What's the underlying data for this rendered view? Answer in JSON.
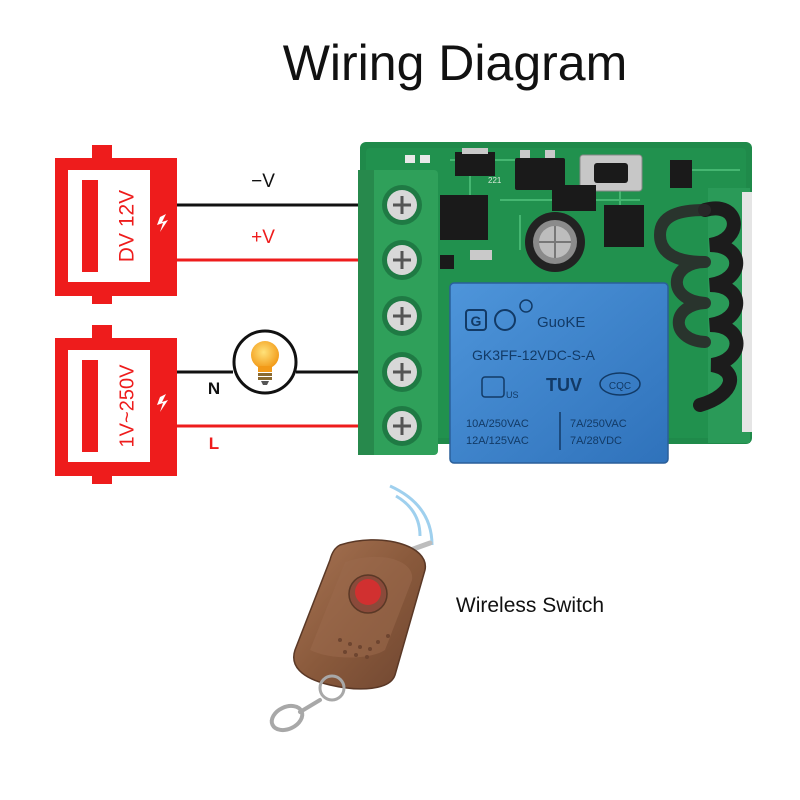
{
  "title": "Wiring Diagram",
  "sources": {
    "dc_supply": {
      "label": "DV 12V"
    },
    "ac_supply": {
      "label": "1V~250V"
    }
  },
  "wires": {
    "neg": "−V",
    "pos": "+V",
    "neutral": "N",
    "live": "L"
  },
  "relay": {
    "brand": "GuoKE",
    "model": "GK3FF-12VDC-S-A",
    "rating_1": "10A/250VAC",
    "rating_2": "12A/125VAC",
    "rating_3": "7A/250VAC",
    "rating_4": "7A/28VDC",
    "cert_1": "TUV",
    "cert_2": "CQC",
    "cert_3": "US"
  },
  "remote": {
    "label": "Wireless Switch"
  },
  "colors": {
    "supply_red": "#ee1c1c",
    "wire_black": "#111111",
    "wire_red": "#ee1c1c",
    "pcb_green": "#1f8a4a",
    "terminal_green": "#2fa05a",
    "relay_blue": "#3f86cf",
    "bulb_yellow": "#f5a623",
    "remote_brown": "#8a5a3c"
  }
}
